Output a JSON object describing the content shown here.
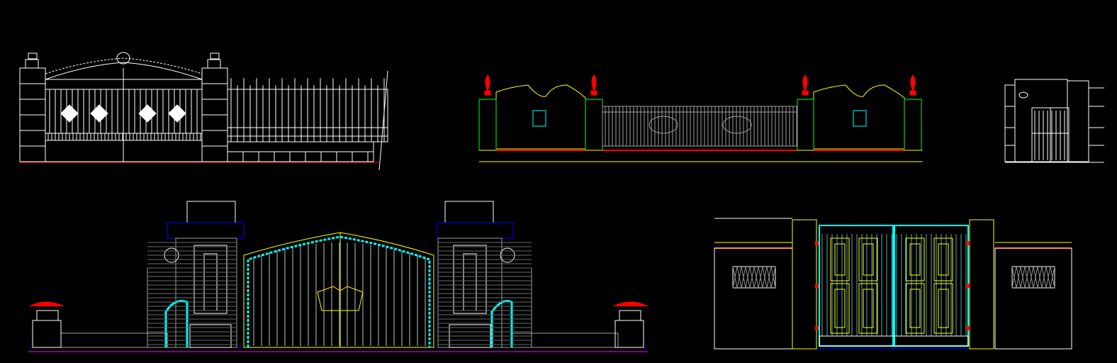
{
  "colors": {
    "background": "#000000",
    "white": "#ffffff",
    "yellow": "#ffff00",
    "cyan": "#00ffff",
    "green": "#00ff00",
    "red": "#ff0000",
    "blue": "#0000ff",
    "magenta": "#ff00ff",
    "gray": "#a0a0a0"
  },
  "drawings": [
    {
      "id": "ornate-iron-gate-with-fence",
      "color": "white"
    },
    {
      "id": "wall-with-pillars-and-iron-fence",
      "color": "green"
    },
    {
      "id": "small-pedestrian-gate",
      "color": "white"
    },
    {
      "id": "main-brick-gate-elevation",
      "color": "cyan"
    },
    {
      "id": "modern-sliding-gate-elevation",
      "color": "cyan"
    }
  ]
}
